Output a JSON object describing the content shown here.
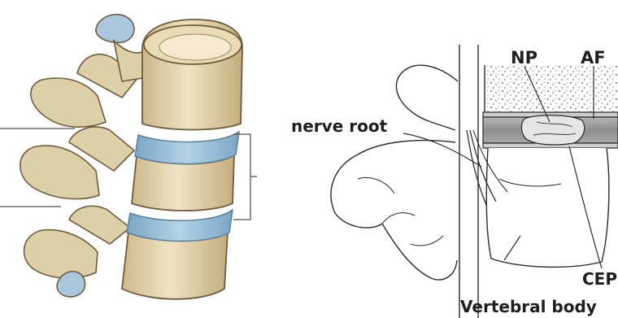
{
  "labels": {
    "np": "NP",
    "af": "AF",
    "nerve_root": "nerve root",
    "cep": "CEP",
    "vertebral_body": "Vertebral body"
  },
  "colors": {
    "bone": "#e8dcb8",
    "bone_shade": "#c9b487",
    "bone_outline": "#6e5a3c",
    "disc": "#9fc4dd",
    "disc_dark": "#7aa6c4",
    "line": "#333333",
    "text": "#1e1e1e"
  }
}
